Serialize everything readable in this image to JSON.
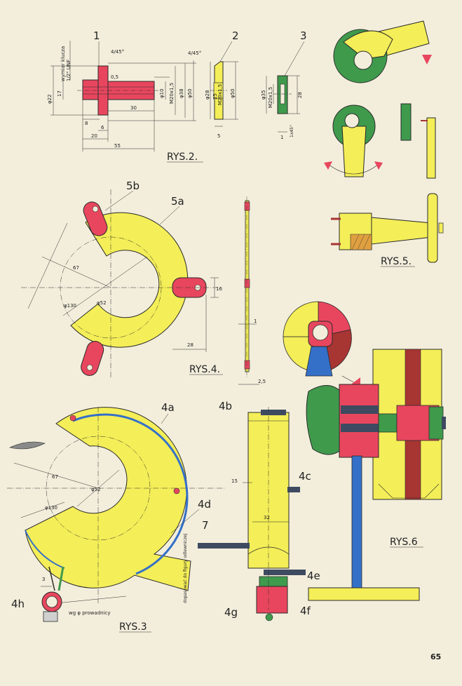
{
  "colors": {
    "paper": "#f3eedc",
    "yellow": "#f4ee58",
    "red": "#e8465e",
    "green": "#3f9a4c",
    "blue": "#3570c8",
    "darkred": "#a73532",
    "ink": "#2a2a2a"
  },
  "labels": {
    "p1": "1",
    "p2": "2",
    "p3": "3",
    "p4a": "4a",
    "p4b": "4b",
    "p4c": "4c",
    "p4d": "4d",
    "p4e": "4e",
    "p4f": "4f",
    "p4g": "4g",
    "p4h": "4h",
    "p5a": "5a",
    "p5b": "5b",
    "p7": "7"
  },
  "figures": {
    "rys2": "RYS.2.",
    "rys3": "RYS.3",
    "rys4": "RYS.4.",
    "rys5": "RYS.5.",
    "rys6": "RYS.6"
  },
  "dims": {
    "rys2": {
      "chamfer1": "4/45°",
      "chamfer2": "4/45°",
      "wrench": "wymiar klucza",
      "thread": "1/2\" UNF",
      "d22": "φ22",
      "d17": "17",
      "d05": "0,5",
      "d10": "φ10",
      "m20a": "M20x1,5",
      "d38a": "φ38",
      "d50a": "φ50",
      "d30": "30",
      "d8": "8",
      "d6": "6",
      "d20": "20",
      "d55": "55",
      "d28b": "φ28",
      "m20b": "M20x1,5",
      "d50b": "φ50",
      "d25": "25",
      "d5": "5",
      "d35": "φ35",
      "m20c": "M20x1,5",
      "d28c": "28",
      "chamfer3": "1x45°",
      "d1": "1"
    },
    "rys3": {
      "r67": "67",
      "d52": "φ52",
      "d130": "φ130",
      "d3": "3",
      "guide": "wg φ prowadnicy",
      "fit": "dopasować do figury odlewniczej"
    },
    "rys4": {
      "r67": "67",
      "d52": "φ52",
      "d130": "φ130",
      "d16": "16",
      "d28": "28",
      "t1": "1",
      "t25": "2,5"
    },
    "rys5": {
      "none": ""
    },
    "rys6": {
      "none": ""
    },
    "rys3b": {
      "d15": "15",
      "d32": "32"
    }
  },
  "page_number": "65"
}
